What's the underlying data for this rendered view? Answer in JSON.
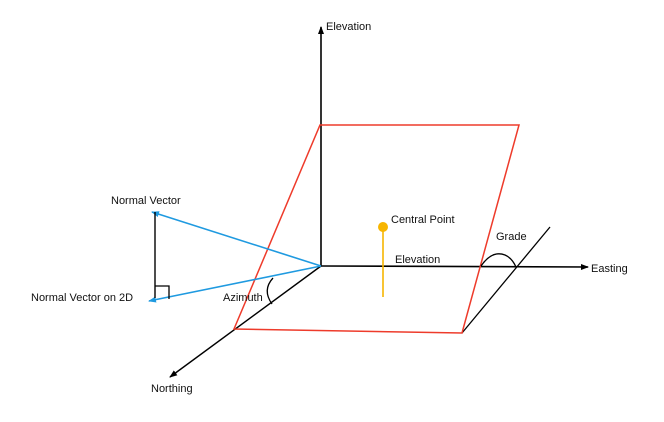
{
  "diagram": {
    "title": "Plane orientation in 3D coordinate system",
    "colors": {
      "axis": "#000000",
      "plane": "#ee3b2b",
      "normal": "#1f9ae0",
      "central_point": "#f7b500"
    },
    "labels": {
      "elevation_axis": "Elevation",
      "easting_axis": "Easting",
      "northing_axis": "Northing",
      "normal_vector": "Normal Vector",
      "normal_vector_2d": "Normal Vector on 2D",
      "azimuth": "Azimuth",
      "central_point": "Central Point",
      "elevation_line": "Elevation",
      "grade": "Grade"
    }
  }
}
